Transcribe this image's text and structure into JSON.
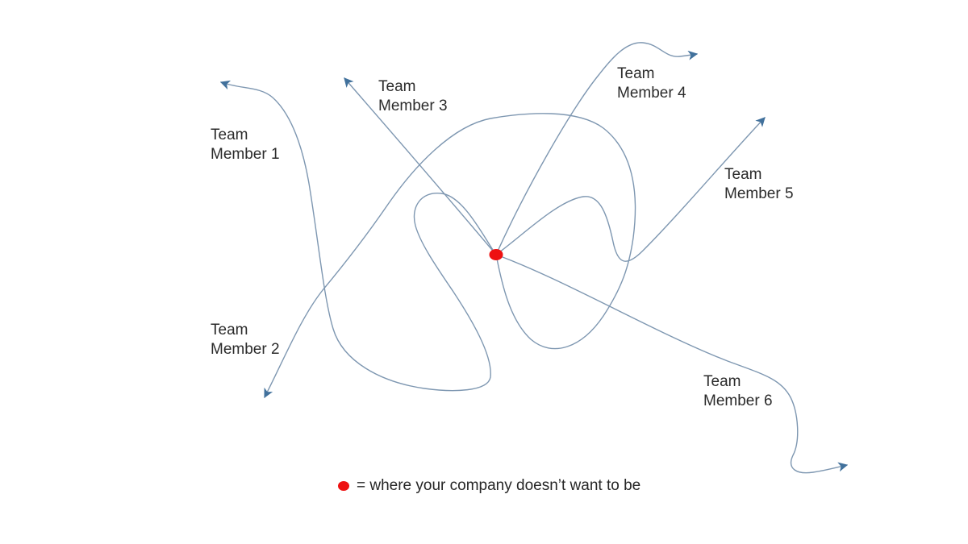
{
  "colors": {
    "background": "#ffffff",
    "arrow_line": "#7e97b1",
    "arrow_head": "#41719c",
    "dot_red": "#ee1111",
    "label_text": "#2b2b2b"
  },
  "labels": [
    {
      "line1": "Team",
      "line2": "Member 1"
    },
    {
      "line1": "Team",
      "line2": "Member 2"
    },
    {
      "line1": "Team",
      "line2": "Member 3"
    },
    {
      "line1": "Team",
      "line2": "Member 4"
    },
    {
      "line1": "Team",
      "line2": "Member 5"
    },
    {
      "line1": "Team",
      "line2": "Member 6"
    }
  ],
  "legend": {
    "symbol": "red-dot",
    "text": "= where your company doesn’t want to be"
  }
}
